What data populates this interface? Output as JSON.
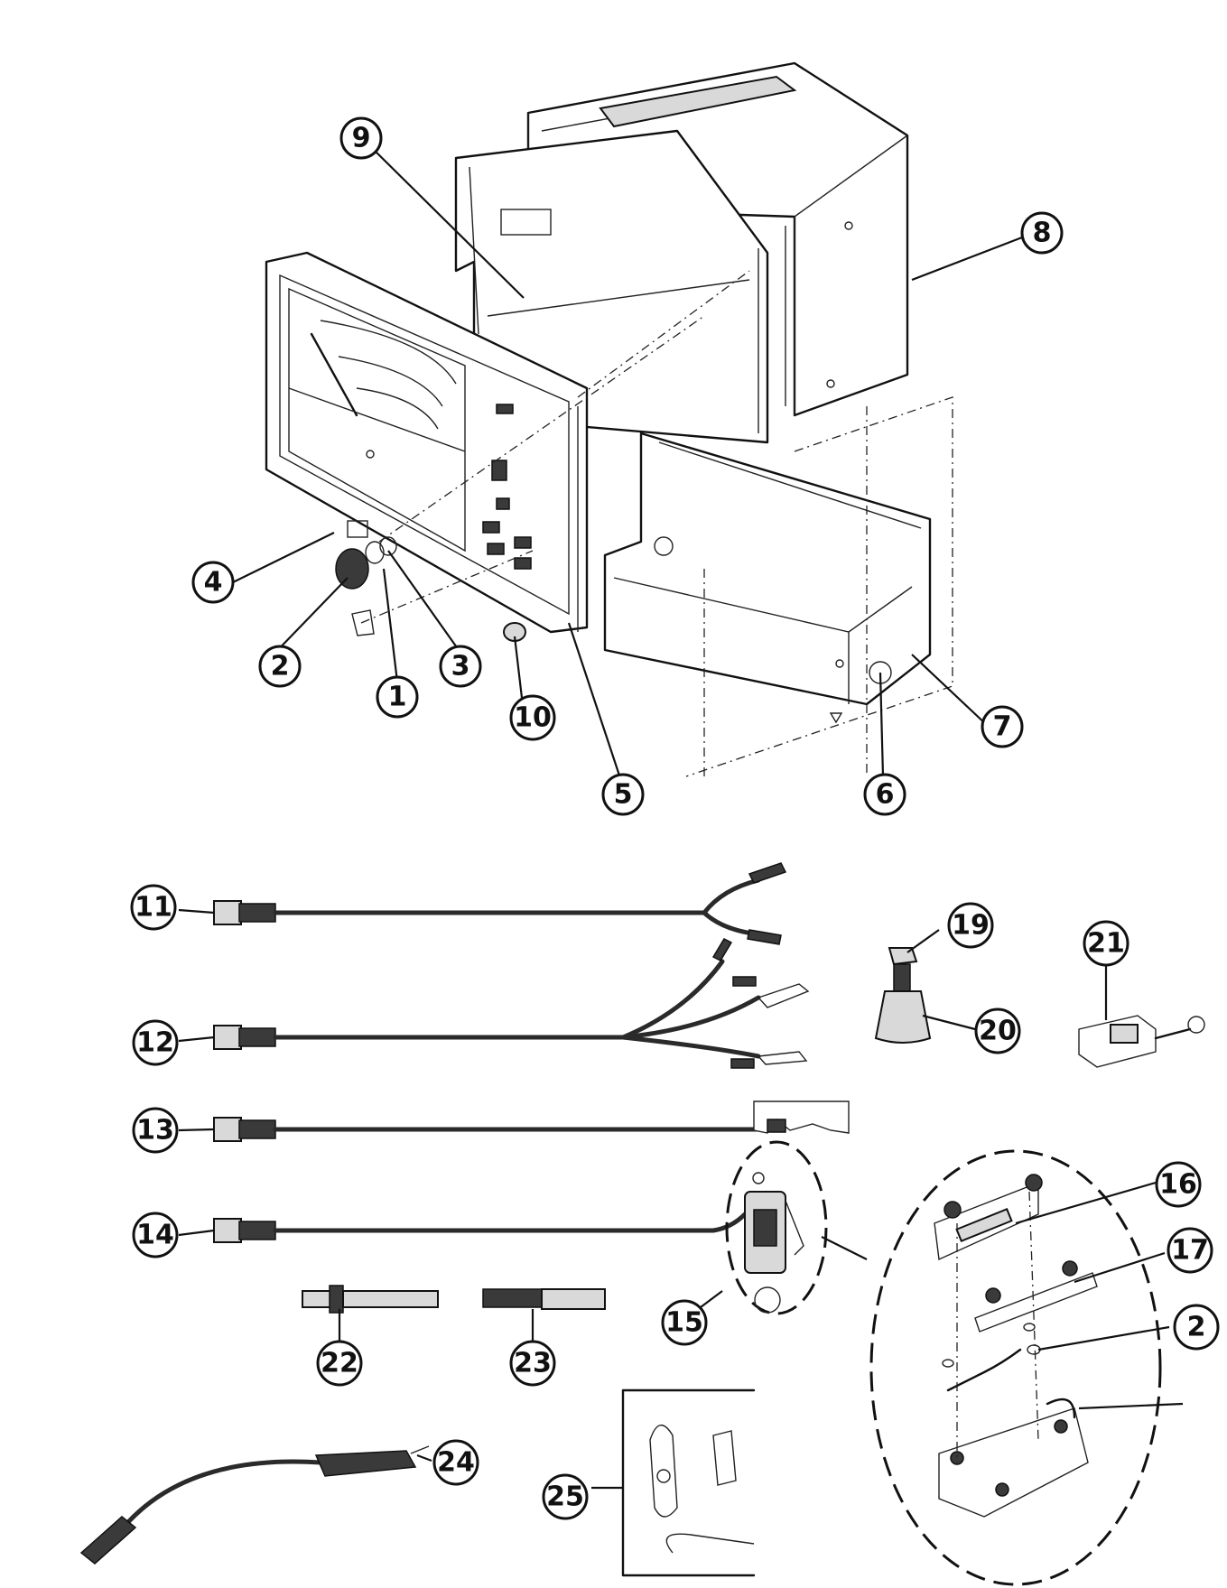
{
  "callouts": [
    {
      "id": "1",
      "label": "1"
    },
    {
      "id": "2",
      "label": "2"
    },
    {
      "id": "3",
      "label": "3"
    },
    {
      "id": "4",
      "label": "4"
    },
    {
      "id": "5",
      "label": "5"
    },
    {
      "id": "6",
      "label": "6"
    },
    {
      "id": "7",
      "label": "7"
    },
    {
      "id": "8",
      "label": "8"
    },
    {
      "id": "9",
      "label": "9"
    },
    {
      "id": "10",
      "label": "10"
    },
    {
      "id": "11",
      "label": "11"
    },
    {
      "id": "12",
      "label": "12"
    },
    {
      "id": "13",
      "label": "13"
    },
    {
      "id": "14",
      "label": "14"
    },
    {
      "id": "15",
      "label": "15"
    },
    {
      "id": "16",
      "label": "16"
    },
    {
      "id": "17",
      "label": "17"
    },
    {
      "id": "18",
      "label": "2"
    },
    {
      "id": "19",
      "label": "19"
    },
    {
      "id": "20",
      "label": "20"
    },
    {
      "id": "21",
      "label": "21"
    },
    {
      "id": "22",
      "label": "22"
    },
    {
      "id": "23",
      "label": "23"
    },
    {
      "id": "24",
      "label": "24"
    },
    {
      "id": "25",
      "label": "25"
    }
  ]
}
